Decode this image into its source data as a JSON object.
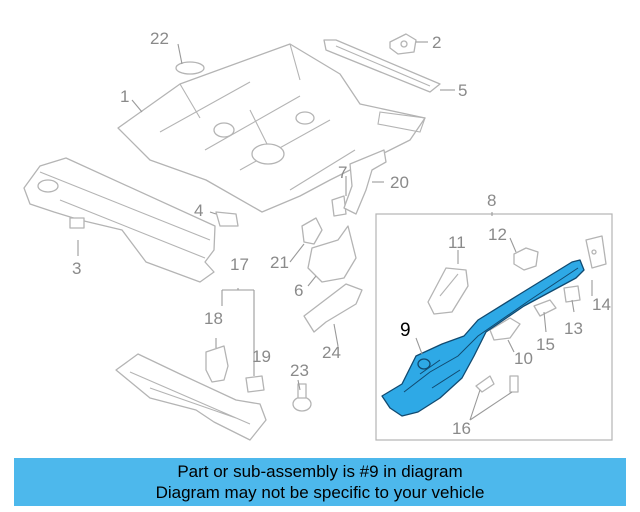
{
  "diagram": {
    "highlighted_part": "9",
    "callouts": {
      "c1": "1",
      "c2": "2",
      "c3": "3",
      "c4": "4",
      "c5": "5",
      "c6": "6",
      "c7": "7",
      "c8": "8",
      "c9": "9",
      "c10": "10",
      "c11": "11",
      "c12": "12",
      "c13": "13",
      "c14": "14",
      "c15": "15",
      "c16": "16",
      "c17": "17",
      "c18": "18",
      "c19": "19",
      "c20": "20",
      "c21": "21",
      "c22": "22",
      "c23": "23",
      "c24": "24"
    }
  },
  "caption": {
    "line1": "Part or sub-assembly is #9 in diagram",
    "line2": "Diagram may not be specific to your vehicle"
  },
  "colors": {
    "highlight_fill": "#2ea9e6",
    "caption_bg": "#4db8ec",
    "line_gray": "#b4b4b4"
  }
}
